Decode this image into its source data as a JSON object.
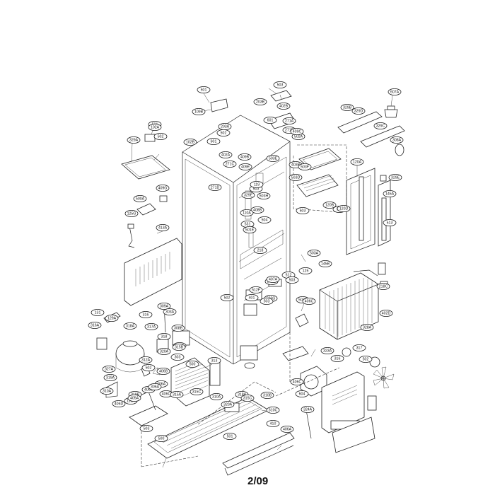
{
  "page": {
    "label": "2/09"
  },
  "callouts": [
    "501",
    "109B",
    "203B",
    "503",
    "402B",
    "601",
    "607A",
    "271A",
    "271B",
    "329B",
    "329D",
    "502A",
    "501",
    "102A",
    "203A",
    "502",
    "409C",
    "329C",
    "308A",
    "329A",
    "502",
    "102B",
    "601",
    "402A",
    "409B",
    "409E",
    "403B",
    "120A",
    "329E",
    "271C",
    "271D",
    "503E",
    "503D",
    "503F",
    "503",
    "503H",
    "329E",
    "408B",
    "504",
    "531",
    "501E",
    "409G",
    "500A",
    "125G",
    "413A",
    "218",
    "503",
    "511",
    "120D",
    "120B",
    "145A",
    "513",
    "119",
    "110A",
    "503A",
    "145B",
    "512",
    "512F",
    "203C",
    "503G",
    "125",
    "407A",
    "503",
    "502",
    "401",
    "503",
    "503F",
    "406C",
    "218C",
    "402D",
    "328A",
    "131",
    "129A",
    "316",
    "318A",
    "317A",
    "316A",
    "309A",
    "303A",
    "308B",
    "318",
    "320A",
    "307A",
    "303",
    "313",
    "500",
    "502",
    "312A",
    "327A",
    "319A",
    "310A",
    "319B",
    "406B",
    "406A",
    "406E",
    "110A",
    "406D",
    "405A",
    "306A",
    "406C",
    "315B",
    "315C",
    "315A",
    "310A",
    "318A",
    "320A",
    "315C",
    "310B",
    "310C",
    "410",
    "503",
    "500",
    "501",
    "406A",
    "406C",
    "604",
    "324A",
    "323A",
    "316",
    "317",
    "502"
  ]
}
